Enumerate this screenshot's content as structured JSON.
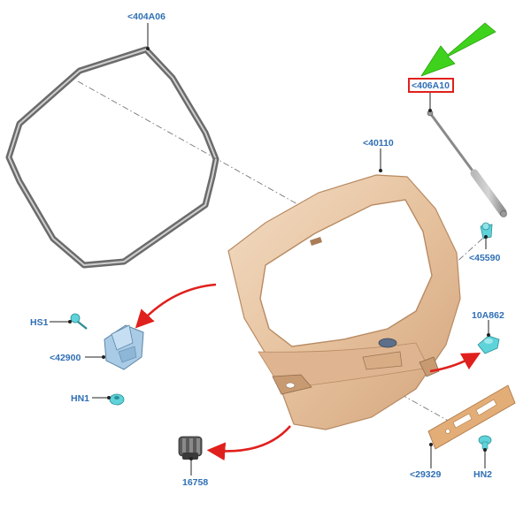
{
  "callouts": {
    "weatherstrip": "<404A06",
    "strut": "<406A10",
    "liftgate": "<40110",
    "ball_stud": "<45590",
    "screw": "HS1",
    "latch": "<42900",
    "nut": "HN1",
    "bumper": "10A862",
    "switch": "16758",
    "plate": "<29329",
    "plate_nut": "HN2"
  },
  "colors": {
    "callout_text": "#2f6fb5",
    "highlight_box": "#e0201c",
    "pointer_arrow": "#3fd21c",
    "liftgate_body": "#e9c6a3",
    "plate_fill": "#e3ad78",
    "fastener": "#5fd3da",
    "latch": "#a9cbe6",
    "seal": "#6b6b6b"
  }
}
